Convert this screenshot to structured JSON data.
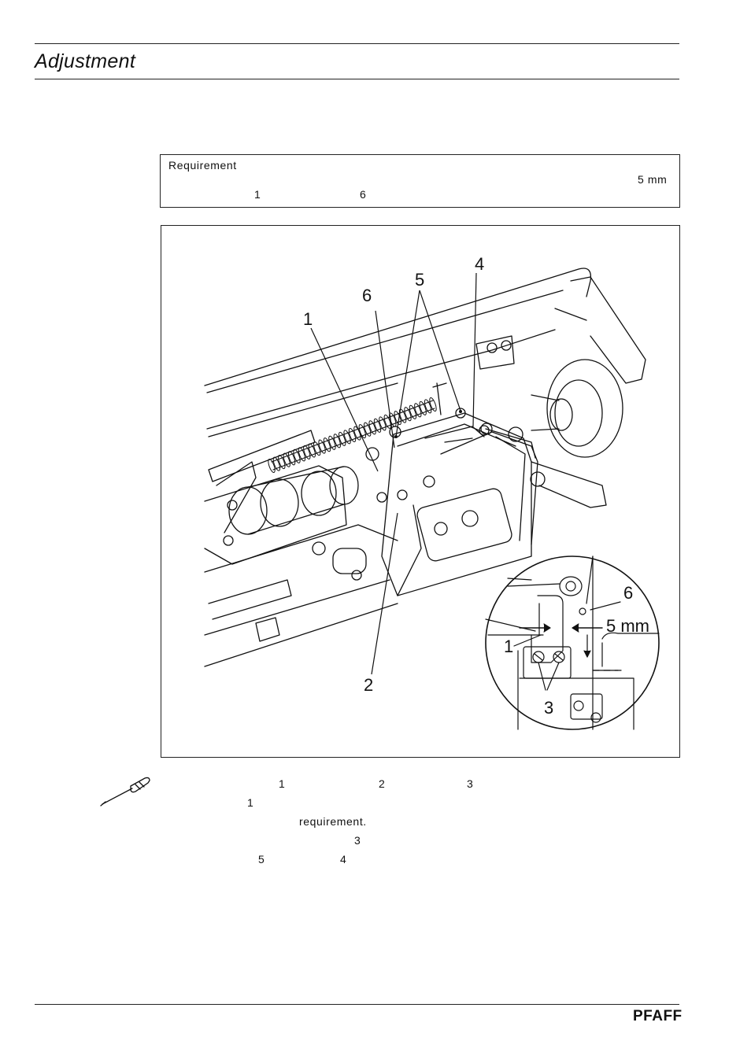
{
  "header": {
    "title": "Adjustment"
  },
  "requirement": {
    "heading": "Requirement",
    "value": "5 mm",
    "ref_a": "1",
    "ref_b": "6"
  },
  "figure": {
    "callouts": {
      "c1": "1",
      "c2": "2",
      "c4": "4",
      "c5": "5",
      "c6": "6"
    },
    "detail": {
      "c6": "6",
      "c1": "1",
      "c3": "3",
      "dimension": "5 mm"
    }
  },
  "instructions": {
    "line1": {
      "a": "1",
      "b": "2",
      "c": "3"
    },
    "line2": {
      "a": "1"
    },
    "line3": {
      "text": "requirement."
    },
    "line4": {
      "a": "3"
    },
    "line5": {
      "a": "5",
      "b": "4"
    },
    "tool_icon": "screwdriver-icon"
  },
  "footer": {
    "brand": "PFAFF"
  }
}
